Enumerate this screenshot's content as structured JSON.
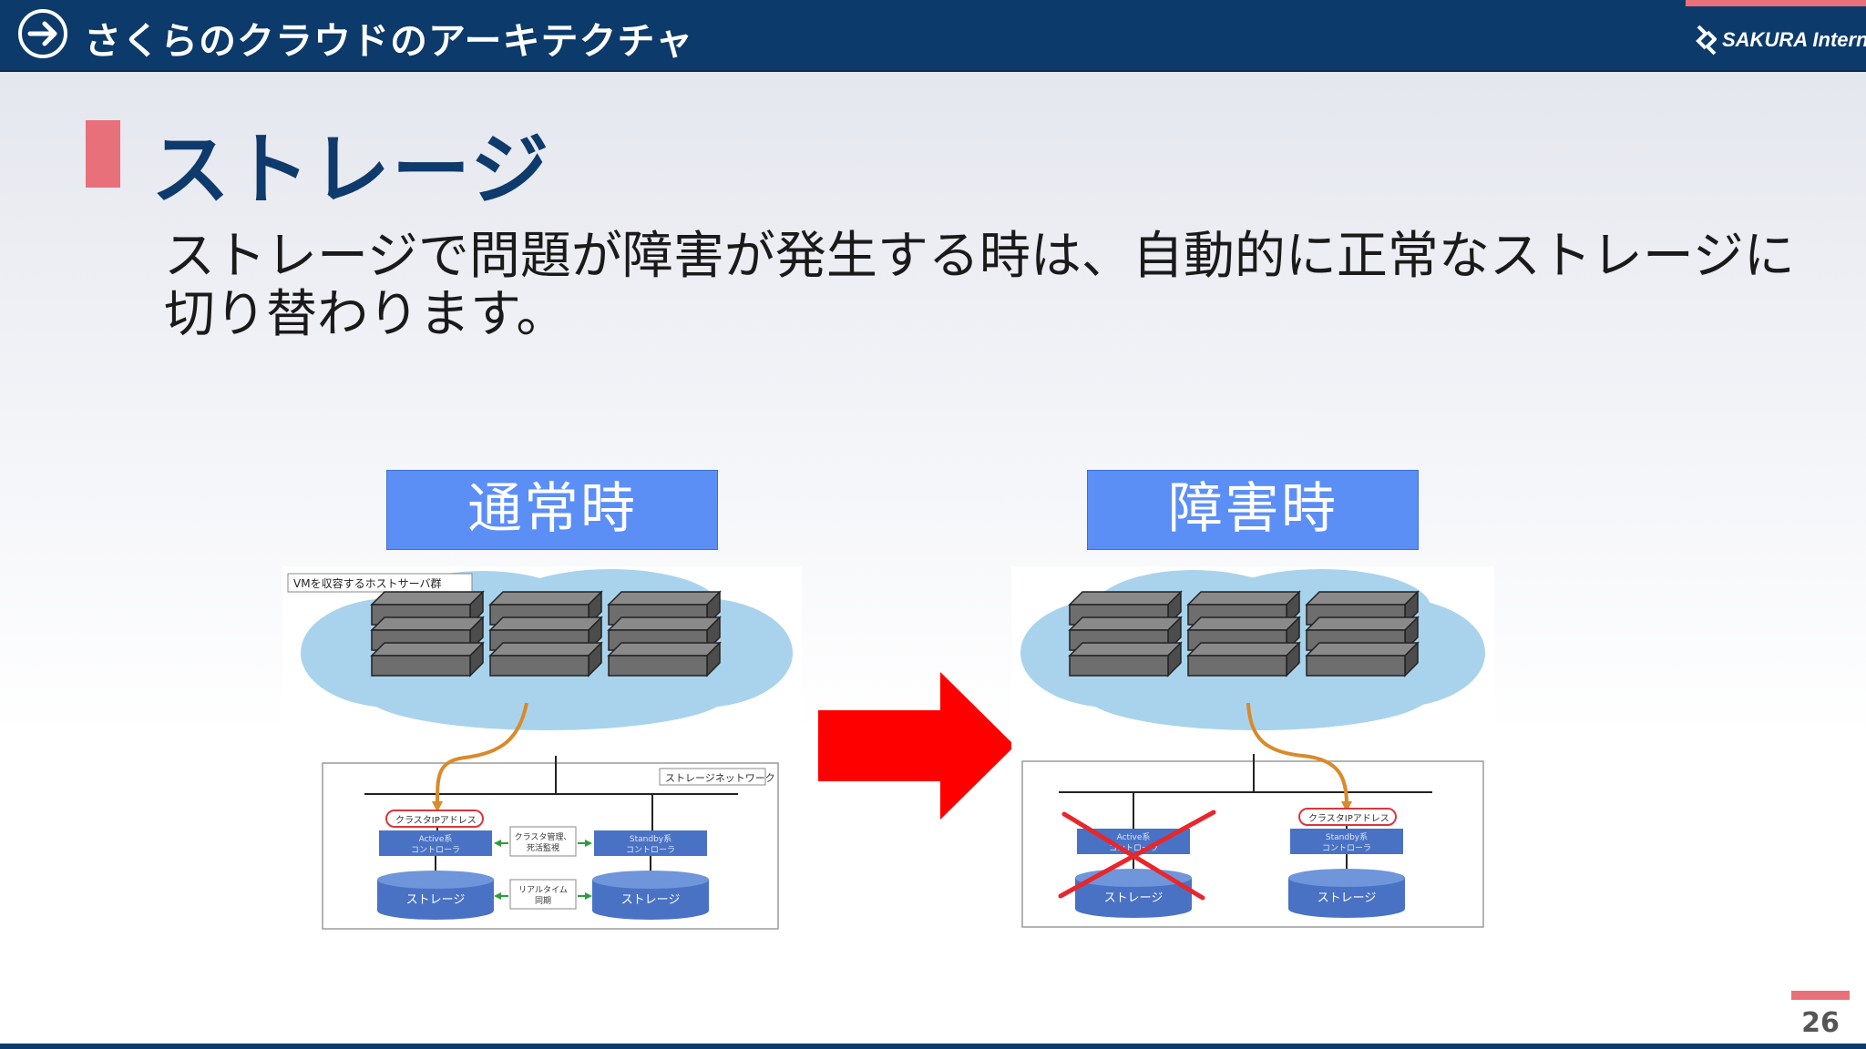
{
  "header": {
    "title": "さくらのクラウドのアーキテクチャ",
    "logo_text": "SAKURA Internet"
  },
  "slide": {
    "heading": "ストレージ",
    "body": "ストレージで問題が障害が発生する時は、自動的に正常なストレージに切り替わります。",
    "page_number": "26"
  },
  "labels": {
    "normal": "通常時",
    "failure": "障害時"
  },
  "diagram_normal": {
    "host_group_label": "VMを収容するホストサーバ群",
    "network_label": "ストレージネットワーク",
    "cluster_ip": "クラスタIPアドレス",
    "active_controller": [
      "Active系",
      "コントローラ"
    ],
    "standby_controller": [
      "Standby系",
      "コントローラ"
    ],
    "monitor_box": [
      "クラスタ管理、",
      "死活監視"
    ],
    "sync_box": [
      "リアルタイム",
      "同期"
    ],
    "storage_left": "ストレージ",
    "storage_right": "ストレージ"
  },
  "diagram_failure": {
    "cluster_ip": "クラスタIPアドレス",
    "active_controller": [
      "Active系",
      "コントローラ"
    ],
    "standby_controller": [
      "Standby系",
      "コントローラ"
    ],
    "storage_left": "ストレージ",
    "storage_right": "ストレージ"
  },
  "colors": {
    "header_bg": "#0b3a6b",
    "accent_pink": "#e8707a",
    "label_blue": "#5c8ff5",
    "arrow_red": "#ff0000",
    "controller_blue": "#4a72c4",
    "cloud": "#a9d3ec",
    "cable_orange": "#d98a2a",
    "failure_cross": "#e8262b"
  },
  "icons": {
    "header": "arrow-right-circle-icon",
    "logo": "sakura-logo-icon",
    "transition": "big-red-arrow-icon",
    "failure": "red-x-icon"
  }
}
